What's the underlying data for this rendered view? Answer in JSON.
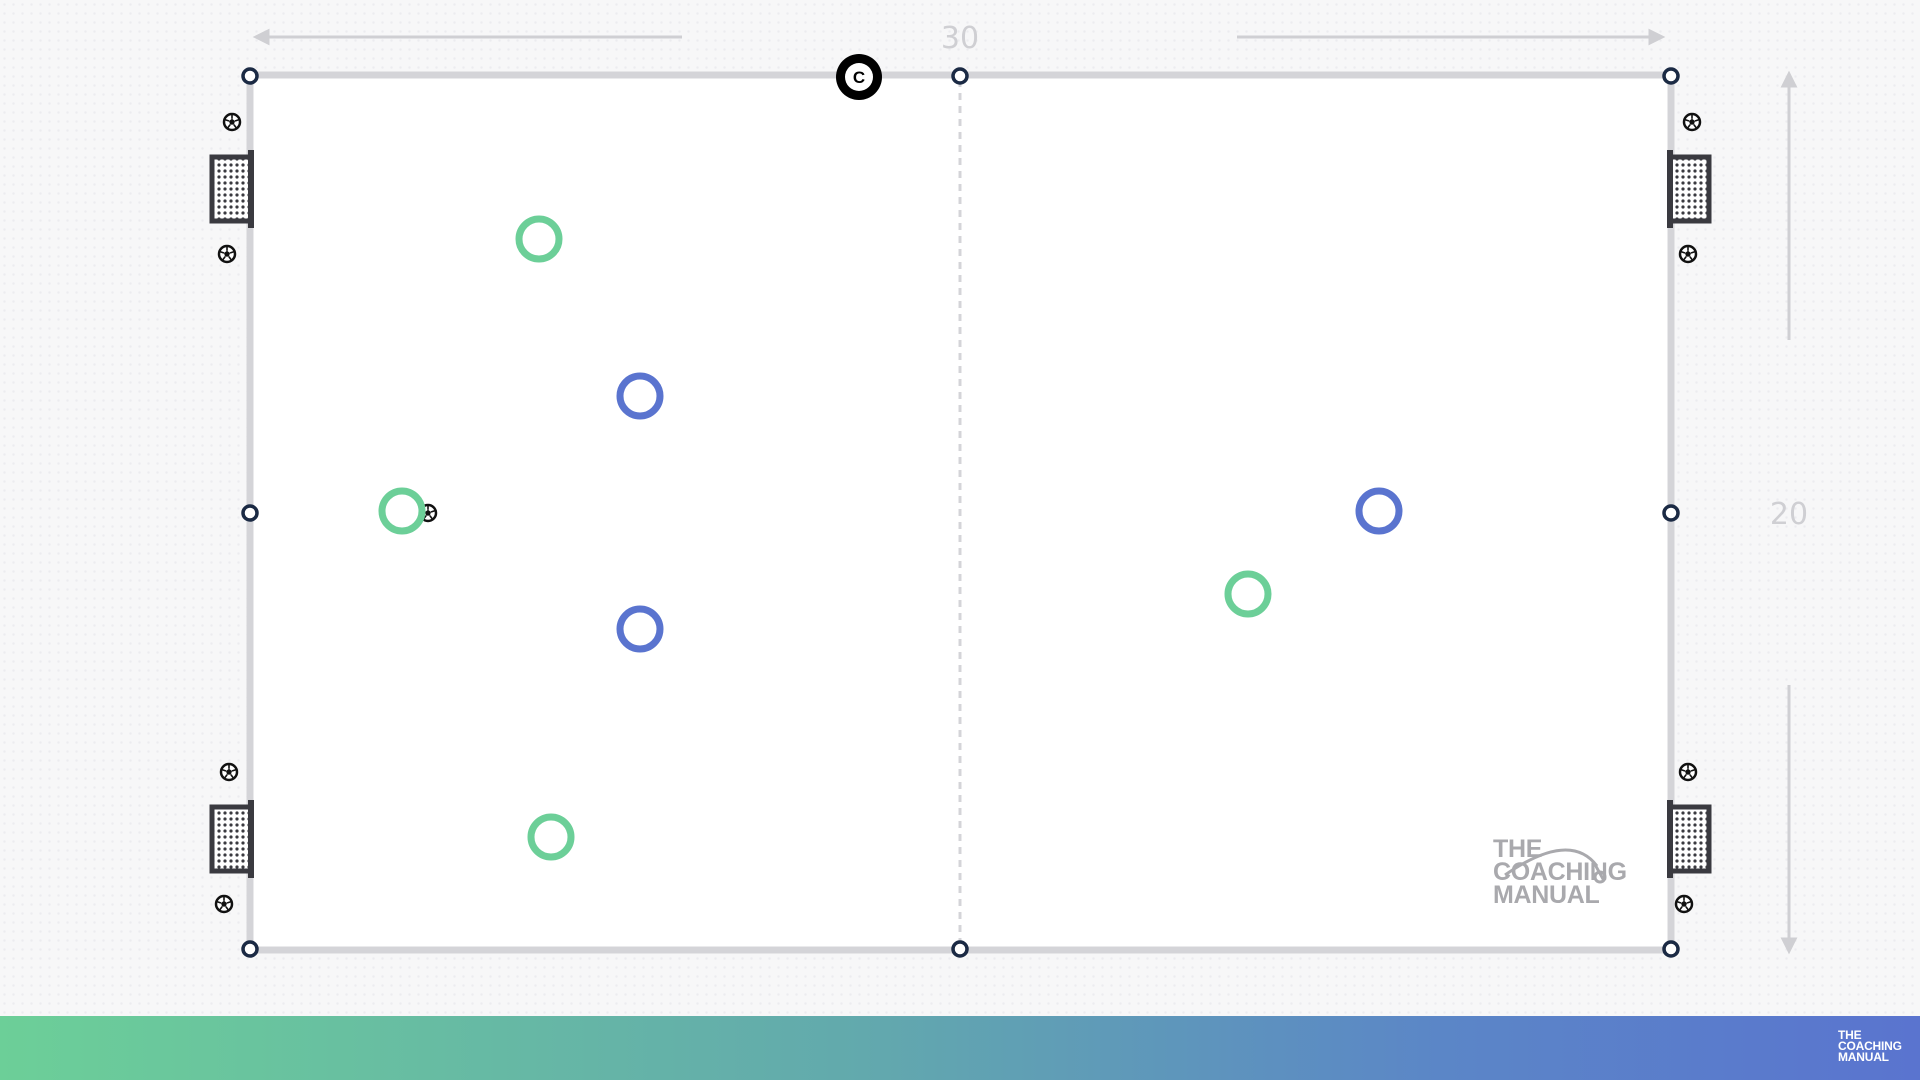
{
  "dimensions": {
    "width_label": "30",
    "height_label": "20"
  },
  "coach": {
    "label": "C"
  },
  "players": {
    "green": [
      {
        "id": "g1"
      },
      {
        "id": "g2"
      },
      {
        "id": "g3"
      },
      {
        "id": "g4"
      },
      {
        "id": "g5"
      }
    ],
    "blue": [
      {
        "id": "b1"
      },
      {
        "id": "b2"
      },
      {
        "id": "b3"
      }
    ]
  },
  "colors": {
    "team_green": "#6ccf98",
    "team_blue": "#5a74cf",
    "pitch_line": "#d4d4d8",
    "cone": "#1b2a44",
    "goal": "#3a3a40"
  },
  "watermark": {
    "line1": "THE",
    "line2": "COACHING",
    "line3": "MANUAL"
  },
  "footer": {
    "logo_line1": "THE",
    "logo_line2": "COACHING",
    "logo_line3": "MANUAL"
  }
}
